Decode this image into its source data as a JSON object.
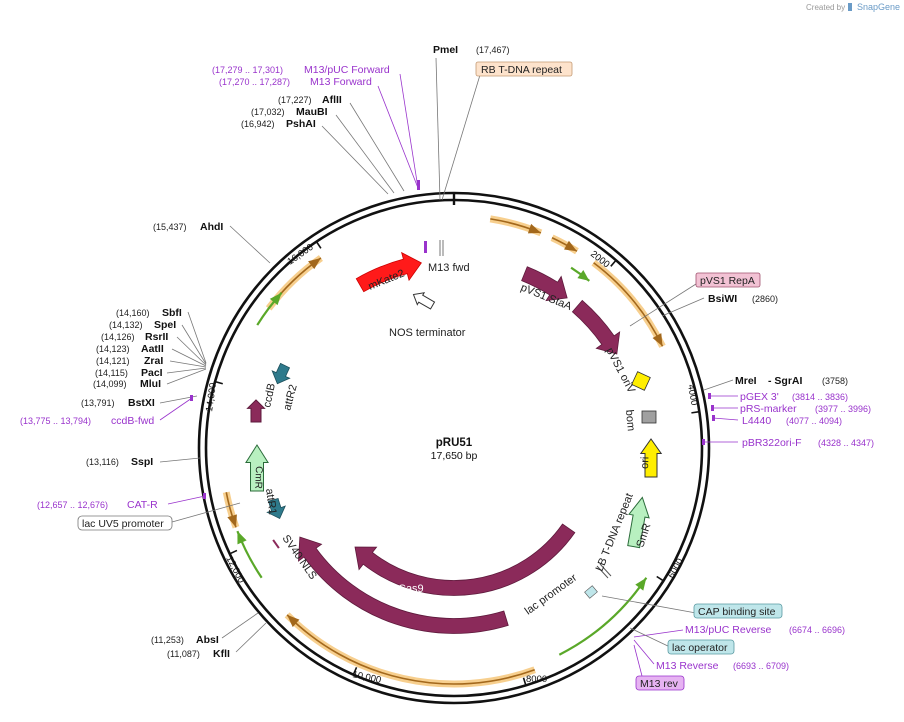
{
  "watermark": {
    "prefix": "Created by",
    "brand": "SnapGene"
  },
  "plasmid": {
    "name": "pRU51",
    "size": "17,650 bp"
  },
  "ticks": [
    "2000",
    "4000",
    "6000",
    "8000",
    "10,000",
    "12,000",
    "14,000",
    "16,000"
  ],
  "enzymes": [
    {
      "name": "PmeI",
      "pos": "(17,467)"
    },
    {
      "name": "AflII",
      "pos": "(17,227)"
    },
    {
      "name": "MauBI",
      "pos": "(17,032)"
    },
    {
      "name": "PshAI",
      "pos": "(16,942)"
    },
    {
      "name": "AhdI",
      "pos": "(15,437)"
    },
    {
      "name": "SbfI",
      "pos": "(14,160)"
    },
    {
      "name": "SpeI",
      "pos": "(14,132)"
    },
    {
      "name": "RsrII",
      "pos": "(14,126)"
    },
    {
      "name": "AatII",
      "pos": "(14,123)"
    },
    {
      "name": "ZraI",
      "pos": "(14,121)"
    },
    {
      "name": "PacI",
      "pos": "(14,115)"
    },
    {
      "name": "MluI",
      "pos": "(14,099)"
    },
    {
      "name": "BstXI",
      "pos": "(13,791)"
    },
    {
      "name": "SspI",
      "pos": "(13,116)"
    },
    {
      "name": "AbsI",
      "pos": "(11,253)"
    },
    {
      "name": "KflI",
      "pos": "(11,087)"
    },
    {
      "name": "BsiWI",
      "pos": "(2860)"
    },
    {
      "name": "MreI",
      "pos": ""
    },
    {
      "name": "- SgrAI",
      "pos": "(3758)"
    }
  ],
  "primers": [
    {
      "name": "M13/pUC Forward",
      "range": "(17,279 .. 17,301)"
    },
    {
      "name": "M13 Forward",
      "range": "(17,270 .. 17,287)"
    },
    {
      "name": "ccdB-fwd",
      "range": "(13,775 .. 13,794)"
    },
    {
      "name": "CAT-R",
      "range": "(12,657 .. 12,676)"
    },
    {
      "name": "pGEX 3'",
      "range": "(3814 .. 3836)"
    },
    {
      "name": "pRS-marker",
      "range": "(3977 .. 3996)"
    },
    {
      "name": "L4440",
      "range": "(4077 .. 4094)"
    },
    {
      "name": "pBR322ori-F",
      "range": "(4328 .. 4347)"
    },
    {
      "name": "M13/pUC Reverse",
      "range": "(6674 .. 6696)"
    },
    {
      "name": "M13 Reverse",
      "range": "(6693 .. 6709)"
    }
  ],
  "boxed_features": [
    {
      "name": "RB T-DNA repeat",
      "fill": "#fde3cc",
      "stroke": "#c49a74"
    },
    {
      "name": "pVS1 RepA",
      "fill": "#f2c2d4",
      "stroke": "#a0526f"
    },
    {
      "name": "lac UV5 promoter",
      "fill": "#ffffff",
      "stroke": "#777777"
    },
    {
      "name": "CAP binding site",
      "fill": "#bfe6ea",
      "stroke": "#5a9aa2"
    },
    {
      "name": "lac operator",
      "fill": "#bfe6ea",
      "stroke": "#5a9aa2"
    },
    {
      "name": "M13 rev",
      "fill": "#e6b3f2",
      "stroke": "#9933cc"
    }
  ],
  "features": [
    {
      "name": "mKate2",
      "color": "#ff1a1a"
    },
    {
      "name": "M13 fwd",
      "color": "#9933cc"
    },
    {
      "name": "NOS terminator",
      "color": "#ffffff"
    },
    {
      "name": "pVS1 StaA",
      "color": "#8b2a5a"
    },
    {
      "name": "pVS1 oriV",
      "color": "#8b2a5a"
    },
    {
      "name": "bom",
      "color": "#a0a0a0"
    },
    {
      "name": "ori",
      "color": "#ffee00"
    },
    {
      "name": "SmR",
      "color": "#b8f0c0"
    },
    {
      "name": "LB T-DNA repeat",
      "color": "#777777"
    },
    {
      "name": "lac promoter",
      "color": "#777777"
    },
    {
      "name": "Cas9",
      "color": "#8b2a5a"
    },
    {
      "name": "Cas9",
      "color": "#8b2a5a"
    },
    {
      "name": "SV40 NLS",
      "color": "#8b2a5a"
    },
    {
      "name": "attR1",
      "color": "#2e7a8c"
    },
    {
      "name": "CmR",
      "color": "#b8f0c0"
    },
    {
      "name": "ccdB",
      "color": "#8b2a5a"
    },
    {
      "name": "attR2",
      "color": "#2e7a8c"
    }
  ],
  "colors": {
    "backbone": "#111111",
    "orf_arc": "#f6c77a",
    "orf_line": "#a3681c",
    "green_arc": "#5aa829",
    "primer": "#9933cc"
  }
}
